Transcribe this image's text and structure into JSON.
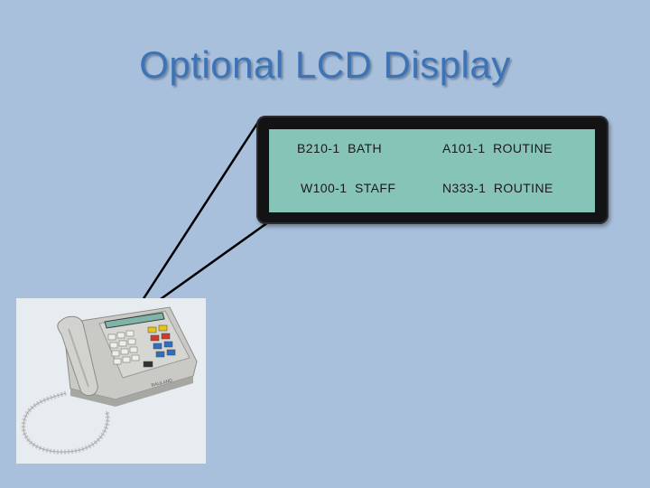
{
  "slide": {
    "title": "Optional LCD Display"
  },
  "lcd": {
    "rows": [
      {
        "left": "B210-1  BATH",
        "right": "A101-1  ROUTINE"
      },
      {
        "left": "W100-1  STAFF",
        "right": "N333-1  ROUTINE"
      }
    ]
  },
  "phone": {
    "brand_label": "RAULAND"
  },
  "colors": {
    "background": "#a8c0dc",
    "title": "#3e74b6",
    "lcd_screen": "#86c4b7",
    "lcd_bezel": "#131316"
  }
}
